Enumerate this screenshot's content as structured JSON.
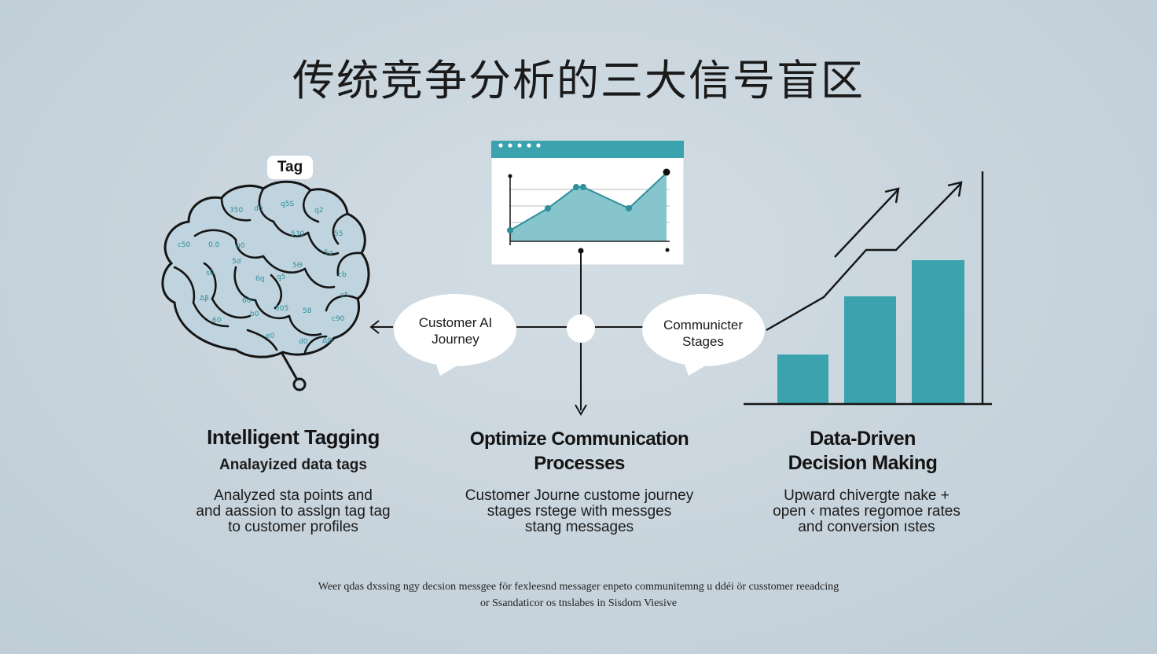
{
  "title": "传统竞争分析的三大信号盲区",
  "brain": {
    "tag_label": "Tag"
  },
  "hub": {
    "left_bubble": "Customer AI\nJourney",
    "right_bubble": "Communicter\nStages"
  },
  "columns": [
    {
      "heading": "Intelligent Tagging",
      "subheading": "Analayized data tags",
      "body": "Analyzed sta points  and\nand aassion to  asslgn tag tag\nto customer  profiles"
    },
    {
      "heading": "Optimize Communication\nProcesses",
      "subheading": "",
      "body": "Customer Journe custome journey\nstages  rstege  with messges\nstang  messages"
    },
    {
      "heading": "Data-Driven\nDecision Making",
      "subheading": "",
      "body": "Upward chivergte nake +\nopen ‹ mates regomoe rates\nand conversion  ıstes"
    }
  ],
  "footnote": "Weer qdas dxssing ngy decsion messgee för fexleesnd messager enpeto communitemng u ddéi ör cusstomer reeadcing\nor Ssandaticor os tnslabes in Sisdom Viesive",
  "colors": {
    "teal": "#3ba3ad",
    "teal_fill": "#86c5cc",
    "brain_fill": "#bfd4de",
    "ink": "#141414",
    "background": "#c9d5dd"
  },
  "icons": [
    "brain-icon",
    "line-chart-window-icon",
    "bar-chart-icon",
    "speech-bubble-icon",
    "arrow-left-icon",
    "arrow-down-icon",
    "trend-arrow-icon"
  ]
}
